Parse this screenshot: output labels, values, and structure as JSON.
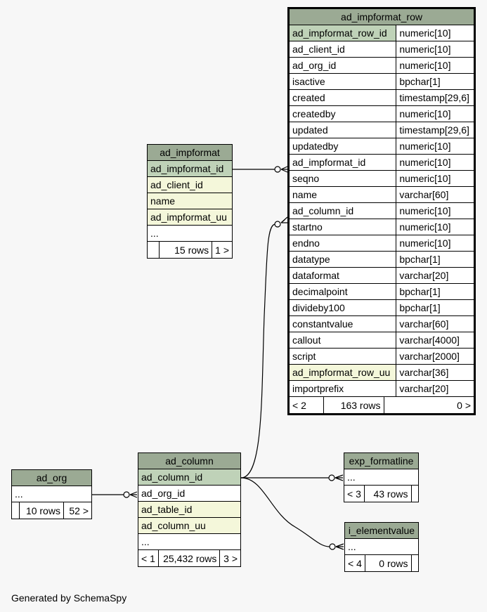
{
  "footer": "Generated by SchemaSpy",
  "tables": {
    "ad_impformat_row": {
      "title": "ad_impformat_row",
      "columns": [
        {
          "name": "ad_impformat_row_id",
          "type": "numeric[10]",
          "kind": "pk"
        },
        {
          "name": "ad_client_id",
          "type": "numeric[10]",
          "kind": ""
        },
        {
          "name": "ad_org_id",
          "type": "numeric[10]",
          "kind": ""
        },
        {
          "name": "isactive",
          "type": "bpchar[1]",
          "kind": ""
        },
        {
          "name": "created",
          "type": "timestamp[29,6]",
          "kind": ""
        },
        {
          "name": "createdby",
          "type": "numeric[10]",
          "kind": ""
        },
        {
          "name": "updated",
          "type": "timestamp[29,6]",
          "kind": ""
        },
        {
          "name": "updatedby",
          "type": "numeric[10]",
          "kind": ""
        },
        {
          "name": "ad_impformat_id",
          "type": "numeric[10]",
          "kind": ""
        },
        {
          "name": "seqno",
          "type": "numeric[10]",
          "kind": ""
        },
        {
          "name": "name",
          "type": "varchar[60]",
          "kind": ""
        },
        {
          "name": "ad_column_id",
          "type": "numeric[10]",
          "kind": ""
        },
        {
          "name": "startno",
          "type": "numeric[10]",
          "kind": ""
        },
        {
          "name": "endno",
          "type": "numeric[10]",
          "kind": ""
        },
        {
          "name": "datatype",
          "type": "bpchar[1]",
          "kind": ""
        },
        {
          "name": "dataformat",
          "type": "varchar[20]",
          "kind": ""
        },
        {
          "name": "decimalpoint",
          "type": "bpchar[1]",
          "kind": ""
        },
        {
          "name": "divideby100",
          "type": "bpchar[1]",
          "kind": ""
        },
        {
          "name": "constantvalue",
          "type": "varchar[60]",
          "kind": ""
        },
        {
          "name": "callout",
          "type": "varchar[4000]",
          "kind": ""
        },
        {
          "name": "script",
          "type": "varchar[2000]",
          "kind": ""
        },
        {
          "name": "ad_impformat_row_uu",
          "type": "varchar[36]",
          "kind": "fk"
        },
        {
          "name": "importprefix",
          "type": "varchar[20]",
          "kind": ""
        }
      ],
      "parents": "< 2",
      "rows": "163 rows",
      "children": "0 >"
    },
    "ad_impformat": {
      "title": "ad_impformat",
      "columns": [
        {
          "name": "ad_impformat_id",
          "kind": "pk"
        },
        {
          "name": "ad_client_id",
          "kind": "fk"
        },
        {
          "name": "name",
          "kind": "fk"
        },
        {
          "name": "ad_impformat_uu",
          "kind": "fk"
        },
        {
          "name": "...",
          "kind": ""
        }
      ],
      "parents": "",
      "rows": "15 rows",
      "children": "1 >"
    },
    "ad_org": {
      "title": "ad_org",
      "columns": [
        {
          "name": "...",
          "kind": ""
        }
      ],
      "parents": "",
      "rows": "10 rows",
      "children": "52 >"
    },
    "ad_column": {
      "title": "ad_column",
      "columns": [
        {
          "name": "ad_column_id",
          "kind": "pk"
        },
        {
          "name": "ad_org_id",
          "kind": ""
        },
        {
          "name": "ad_table_id",
          "kind": "fk"
        },
        {
          "name": "ad_column_uu",
          "kind": "fk"
        },
        {
          "name": "...",
          "kind": ""
        }
      ],
      "parents": "< 1",
      "rows": "25,432 rows",
      "children": "3 >"
    },
    "exp_formatline": {
      "title": "exp_formatline",
      "columns": [
        {
          "name": "...",
          "kind": ""
        }
      ],
      "parents": "< 3",
      "rows": "43 rows",
      "children": ""
    },
    "i_elementvalue": {
      "title": "i_elementvalue",
      "columns": [
        {
          "name": "...",
          "kind": ""
        }
      ],
      "parents": "< 4",
      "rows": "0 rows",
      "children": ""
    }
  }
}
